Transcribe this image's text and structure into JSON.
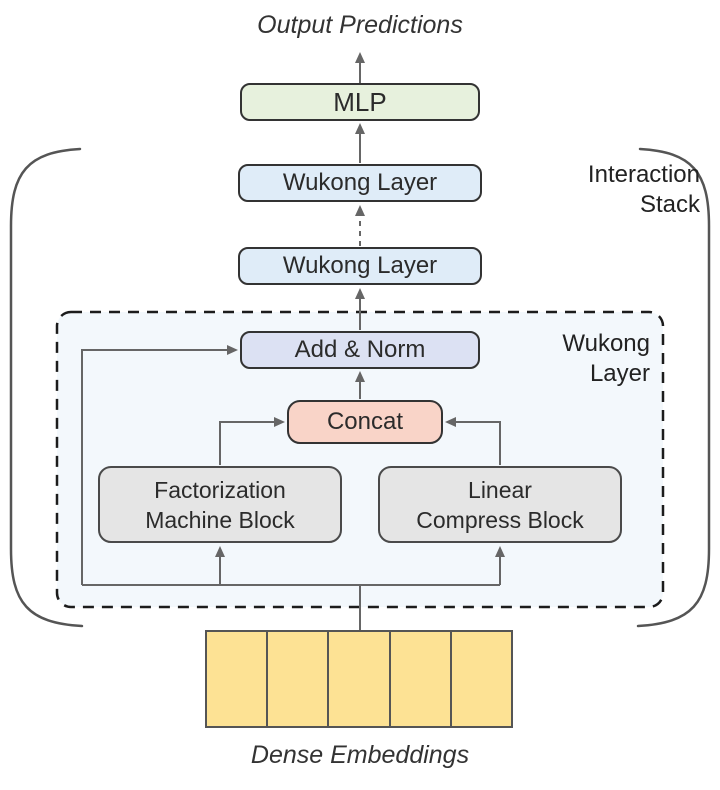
{
  "captions": {
    "output": "Output Predictions",
    "input": "Dense Embeddings"
  },
  "annotations": {
    "interaction_stack": {
      "line1": "Interaction",
      "line2": "Stack"
    },
    "wukong_layer": {
      "line1": "Wukong",
      "line2": "Layer"
    }
  },
  "nodes": {
    "mlp": {
      "label": "MLP",
      "fill": "#e7f1dd"
    },
    "wukong_layer_top": {
      "label": "Wukong Layer",
      "fill": "#dfecf8"
    },
    "wukong_layer_bottom": {
      "label": "Wukong Layer",
      "fill": "#dfecf8"
    },
    "add_norm": {
      "label": "Add & Norm",
      "fill": "#dce1f3"
    },
    "concat": {
      "label": "Concat",
      "fill": "#f9d4c8"
    },
    "factorization_machine": {
      "line1": "Factorization",
      "line2": "Machine Block",
      "fill": "#e5e5e5"
    },
    "linear_compress": {
      "line1": "Linear",
      "line2": "Compress Block",
      "fill": "#e5e5e5"
    }
  },
  "embeddings": {
    "cell_count": 5,
    "fill": "#fde294"
  },
  "container": {
    "fill": "#f3f8fc",
    "border_color": "#1c1c1c"
  },
  "colors": {
    "box_border": "#333333",
    "arrow": "#666666",
    "bracket": "#555555",
    "text": "#2b2b2b"
  }
}
